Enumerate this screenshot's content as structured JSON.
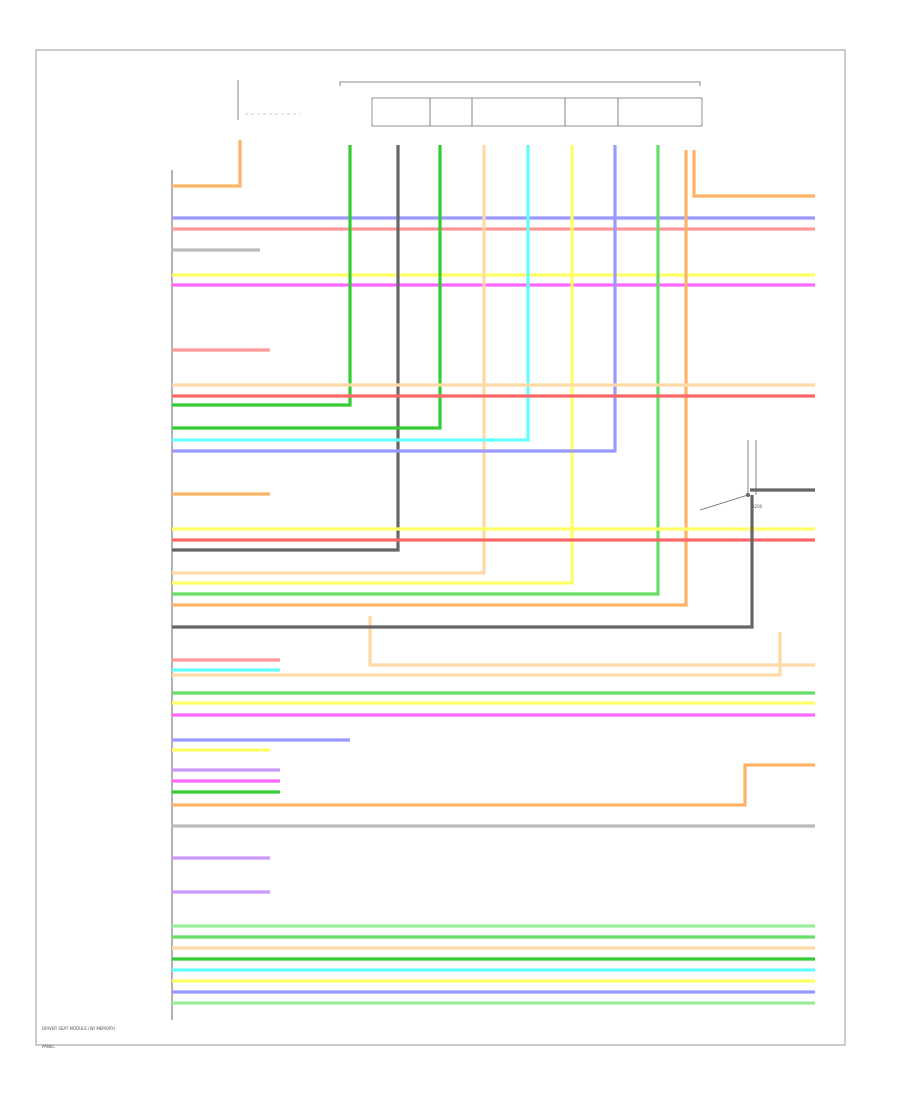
{
  "diagram": {
    "footer_code": "PANEL",
    "module_bottom_label": "DRIVER SEAT MODULE (W/ MEMORY)",
    "splice_label": "S200",
    "palette": {
      "ORN": "#ffb366",
      "BLU": "#9999ff",
      "PNK": "#ff9999",
      "YEL": "#ffff66",
      "MAG": "#ff66ff",
      "RED": "#ff6666",
      "TAN": "#ffd9a6",
      "DKGRN": "#66dd66",
      "GRN": "#33cc33",
      "CYN": "#66ffff",
      "GRY": "#666666",
      "BRN": "#d9a066",
      "VIO": "#cc99ff",
      "LGRN": "#99ee99",
      "LGRY": "#bbbbbb"
    }
  }
}
